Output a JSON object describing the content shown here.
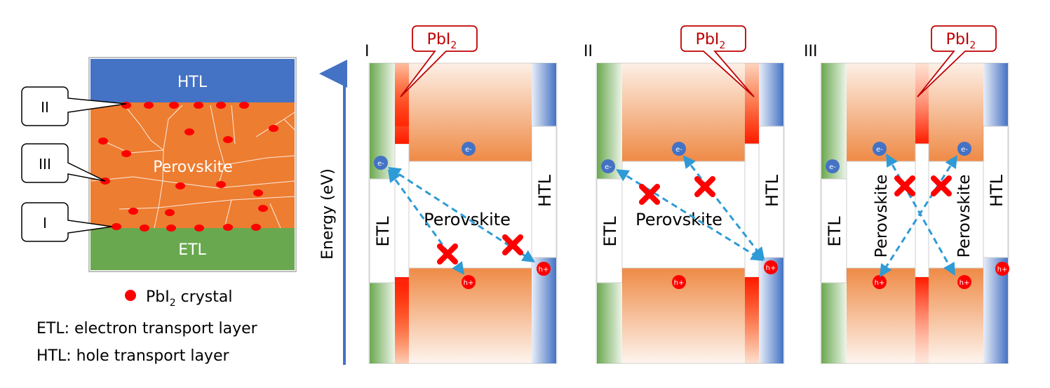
{
  "colors": {
    "etl": "#6aa84f",
    "htl": "#4472c4",
    "perovskite": "#ed7d31",
    "pbi2_dot": "#ff0000",
    "callout_border": "#c00000",
    "arrow": "#2e9bd6",
    "cross": "#ff0000",
    "electron": "#4472c4",
    "hole": "#ff0000"
  },
  "left": {
    "htl_label": "HTL",
    "perovskite_label": "Perovskite",
    "etl_label": "ETL",
    "callouts": [
      "II",
      "III",
      "I"
    ],
    "legend_pbi2": {
      "base": "PbI",
      "sub": "2",
      "rest": " crystal"
    },
    "legend_etl": "ETL: electron transport layer",
    "legend_htl": "HTL: hole transport layer"
  },
  "axis": {
    "label": "Energy (eV)"
  },
  "pbi2_label": {
    "base": "PbI",
    "sub": "2"
  },
  "panels": [
    {
      "roman": "I",
      "etl": "ETL",
      "htl": "HTL",
      "perovskite": [
        "Perovskite"
      ]
    },
    {
      "roman": "II",
      "etl": "ETL",
      "htl": "HTL",
      "perovskite": [
        "Perovskite"
      ]
    },
    {
      "roman": "III",
      "etl": "ETL",
      "htl": "HTL",
      "perovskite": [
        "Perovskite",
        "Perovskite"
      ]
    }
  ],
  "carriers": {
    "electron": "e-",
    "hole": "h+"
  }
}
